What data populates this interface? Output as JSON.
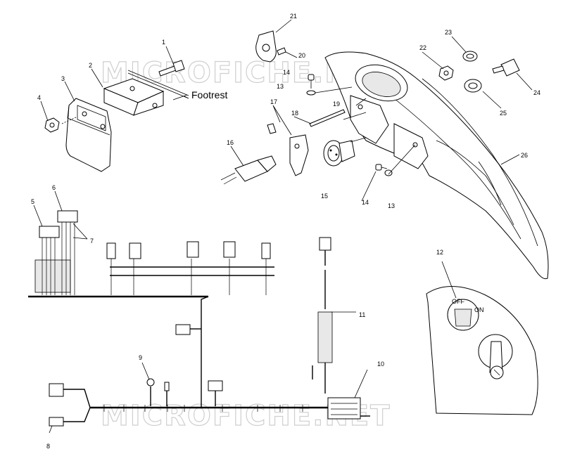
{
  "watermark": "MICROFICHE.NET",
  "labels": {
    "footrest": "Footrest",
    "switch_off": "OFF",
    "switch_on": "ON"
  },
  "callouts": [
    "1",
    "2",
    "3",
    "4",
    "5",
    "6",
    "7",
    "8",
    "9",
    "10",
    "11",
    "12",
    "13",
    "13",
    "14",
    "14",
    "15",
    "16",
    "17",
    "18",
    "19",
    "20",
    "21",
    "22",
    "23",
    "24",
    "25",
    "26"
  ]
}
